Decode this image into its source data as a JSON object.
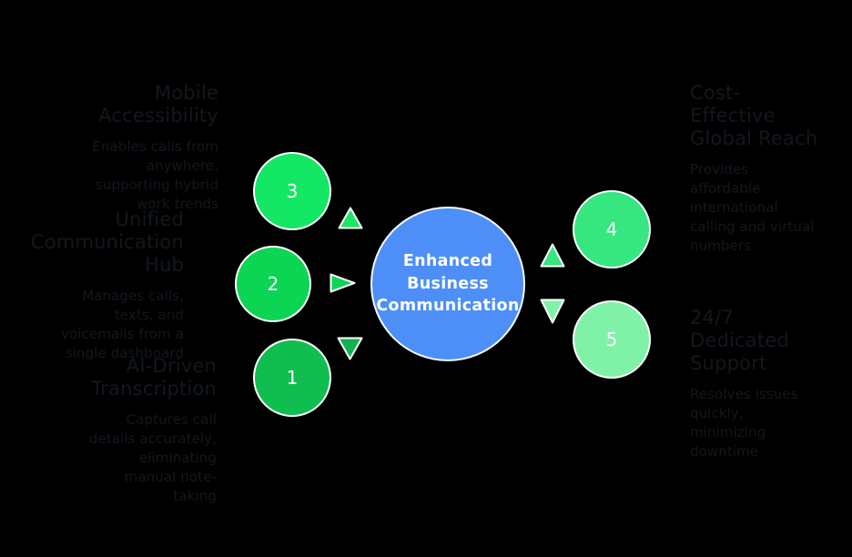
{
  "colors": {
    "background": "#000000",
    "side_text": "#12181f",
    "center_fill": "#4d8ff7",
    "center_border": "#f4f8ff",
    "node_border": "#ffffff",
    "number_text": "#ffffff"
  },
  "center_node": {
    "label": "Enhanced\nBusiness\nCommunication"
  },
  "features": {
    "left": [
      {
        "title": "Mobile\nAccessibility",
        "body": "Enables calls from\nanywhere,\nsupporting hybrid\nwork trends"
      },
      {
        "title": "Unified\nCommunication\nHub",
        "body": "Manages calls,\ntexts, and\nvoicemails from a\nsingle dashboard"
      },
      {
        "title": "AI-Driven\nTranscription",
        "body": "Captures call\ndetails accurately,\neliminating\nmanual note-\ntaking"
      }
    ],
    "right": [
      {
        "title": "Cost-\nEffective\nGlobal Reach",
        "body": "Provides\naffordable\ninternational\ncalling and virtual\nnumbers"
      },
      {
        "title": "24/7\nDedicated\nSupport",
        "body": "Resolves issues\nquickly,\nminimizing\ndowntime"
      }
    ]
  },
  "nodes": [
    {
      "number": "1",
      "color": "#0fbe4e"
    },
    {
      "number": "2",
      "color": "#0cd553"
    },
    {
      "number": "3",
      "color": "#13e763"
    },
    {
      "number": "4",
      "color": "#36e67e"
    },
    {
      "number": "5",
      "color": "#80f2a7"
    }
  ],
  "arrows": [
    {
      "name": "left-up",
      "color": "#1fe562"
    },
    {
      "name": "left-right",
      "color": "#0ed457"
    },
    {
      "name": "left-down",
      "color": "#12b152"
    },
    {
      "name": "right-up",
      "color": "#36e67e"
    },
    {
      "name": "right-down",
      "color": "#80f2a7"
    }
  ]
}
